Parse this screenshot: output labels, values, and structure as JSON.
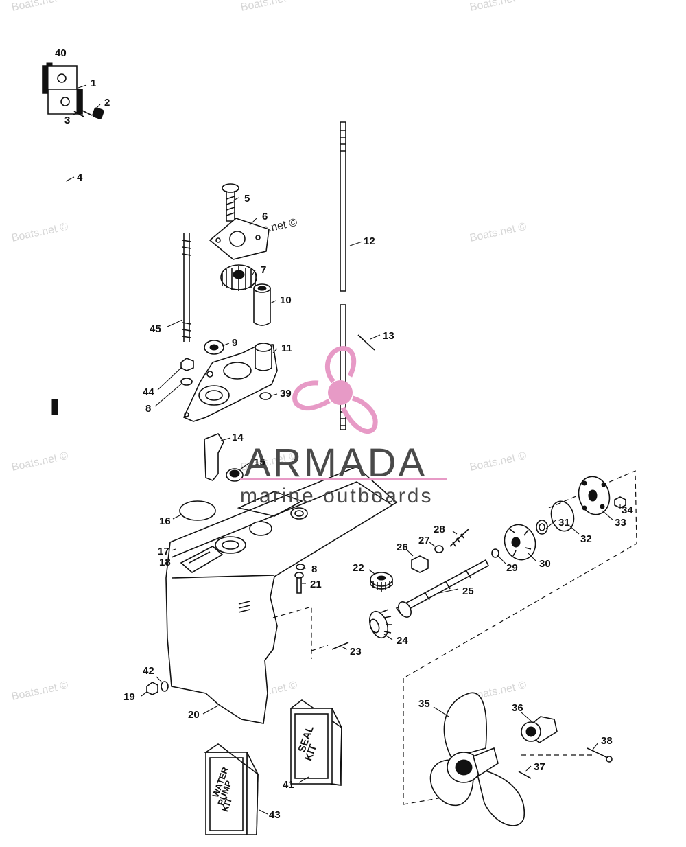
{
  "watermark": {
    "text": "Boats.net ©"
  },
  "logo": {
    "title": "ARMADA",
    "subtitle": "marine outboards",
    "accent_color": "#e79ac6",
    "text_color": "#4a4a4a"
  },
  "kits": {
    "seal_kit": {
      "line1": "SEAL",
      "line2": "KIT"
    },
    "water_pump_kit": {
      "line1": "WATER",
      "line2": "PUMP",
      "line3": "KIT"
    }
  },
  "callouts": [
    "40",
    "1",
    "2",
    "3",
    "4",
    "5",
    "6",
    "7",
    "10",
    "9",
    "11",
    "12",
    "13",
    "45",
    "44",
    "8",
    "39",
    "14",
    "15",
    "16",
    "17",
    "18",
    "8",
    "21",
    "22",
    "26",
    "27",
    "28",
    "29",
    "30",
    "31",
    "32",
    "33",
    "34",
    "25",
    "24",
    "23",
    "42",
    "19",
    "20",
    "35",
    "36",
    "37",
    "38",
    "41",
    "43"
  ]
}
